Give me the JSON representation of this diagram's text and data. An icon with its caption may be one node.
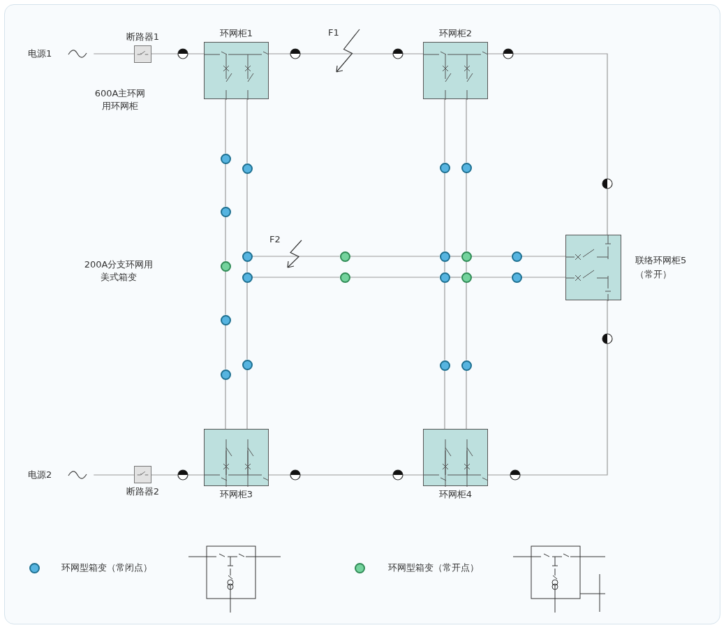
{
  "diagram": {
    "nodes": [
      {
        "text": [
          "电源1"
        ]
      },
      {
        "text": [
          "断路器1"
        ]
      },
      {
        "text": [
          "环网柜1"
        ]
      },
      {
        "text": [
          "环网柜2"
        ]
      },
      {
        "text": [
          "环网柜3"
        ]
      },
      {
        "text": [
          "环网柜4"
        ]
      },
      {
        "text": [],
        "shape": "box",
        "beside": [
          "联络环网柜5（常开）"
        ]
      },
      {
        "text": [
          "电源2"
        ]
      },
      {
        "text": [
          "断路器2"
        ]
      },
      {
        "text": [],
        "shape": "circle"
      },
      {
        "text": [],
        "shape": "circle"
      },
      {
        "text": [],
        "shape": "circle"
      },
      {
        "text": [],
        "shape": "circle"
      },
      {
        "text": [],
        "shape": "circle"
      },
      {
        "text": [],
        "shape": "circle"
      },
      {
        "text": [],
        "shape": "circle"
      },
      {
        "text": [],
        "shape": "circle"
      },
      {
        "text": [],
        "shape": "circle"
      },
      {
        "text": [],
        "shape": "circle"
      },
      {
        "text": [],
        "shape": "circle"
      },
      {
        "text": [],
        "shape": "circle"
      },
      {
        "text": [],
        "shape": "circle"
      },
      {
        "text": [],
        "shape": "circle"
      },
      {
        "text": [],
        "shape": "circle"
      },
      {
        "text": [],
        "shape": "circle"
      },
      {
        "text": [],
        "shape": "circle"
      },
      {
        "text": [],
        "shape": "circle"
      },
      {
        "text": [],
        "shape": "circle"
      },
      {
        "text": [],
        "shape": "circle"
      },
      {
        "text": [],
        "shape": "circle"
      }
    ],
    "edges": [
      {
        "from": 0,
        "to": 1,
        "arrow": "none"
      },
      {
        "from": 1,
        "to": 2,
        "arrow": "none"
      },
      {
        "from": 2,
        "to": 3,
        "arrow": "none"
      },
      {
        "from": 3,
        "to": 6,
        "arrow": "none"
      },
      {
        "from": 7,
        "to": 8,
        "arrow": "none"
      },
      {
        "from": 8,
        "to": 4,
        "arrow": "none"
      },
      {
        "from": 4,
        "to": 5,
        "arrow": "none"
      },
      {
        "from": 5,
        "to": 6,
        "arrow": "none"
      },
      {
        "from": 2,
        "to": 9,
        "arrow": "none"
      },
      {
        "from": 9,
        "to": 13,
        "arrow": "none"
      },
      {
        "from": 13,
        "to": 19,
        "arrow": "none"
      },
      {
        "from": 19,
        "to": 25,
        "arrow": "none"
      },
      {
        "from": 25,
        "to": 29,
        "arrow": "none"
      },
      {
        "from": 29,
        "to": 4,
        "arrow": "none"
      },
      {
        "from": 2,
        "to": 10,
        "arrow": "none"
      },
      {
        "from": 10,
        "to": 14,
        "arrow": "none"
      },
      {
        "from": 14,
        "to": 20,
        "arrow": "none"
      },
      {
        "from": 20,
        "to": 26,
        "arrow": "none"
      },
      {
        "from": 26,
        "to": 4,
        "arrow": "none"
      },
      {
        "from": 3,
        "to": 11,
        "arrow": "none"
      },
      {
        "from": 11,
        "to": 16,
        "arrow": "none"
      },
      {
        "from": 16,
        "to": 22,
        "arrow": "none"
      },
      {
        "from": 22,
        "to": 27,
        "arrow": "none"
      },
      {
        "from": 27,
        "to": 5,
        "arrow": "none"
      },
      {
        "from": 3,
        "to": 12,
        "arrow": "none"
      },
      {
        "from": 12,
        "to": 17,
        "arrow": "none"
      },
      {
        "from": 17,
        "to": 23,
        "arrow": "none"
      },
      {
        "from": 23,
        "to": 28,
        "arrow": "none"
      },
      {
        "from": 28,
        "to": 5,
        "arrow": "none"
      },
      {
        "from": 14,
        "to": 15,
        "arrow": "none"
      },
      {
        "from": 15,
        "to": 16,
        "arrow": "none"
      },
      {
        "from": 16,
        "to": 17,
        "arrow": "none"
      },
      {
        "from": 17,
        "to": 18,
        "arrow": "none"
      },
      {
        "from": 18,
        "to": 6,
        "arrow": "none"
      },
      {
        "from": 20,
        "to": 21,
        "arrow": "none"
      },
      {
        "from": 21,
        "to": 22,
        "arrow": "none"
      },
      {
        "from": 22,
        "to": 23,
        "arrow": "none"
      },
      {
        "from": 23,
        "to": 24,
        "arrow": "none"
      },
      {
        "from": 24,
        "to": 6,
        "arrow": "none"
      }
    ],
    "labels": [
      "F1",
      "600A主环网用环网柜",
      "F2",
      "200A分支环网用美式箱变"
    ],
    "legend": [
      {
        "text": "环网型箱变（常闭点）",
        "color": "#56b4e0"
      },
      {
        "text": "环网型箱变（常开点）",
        "color": "#74d39d"
      }
    ]
  }
}
